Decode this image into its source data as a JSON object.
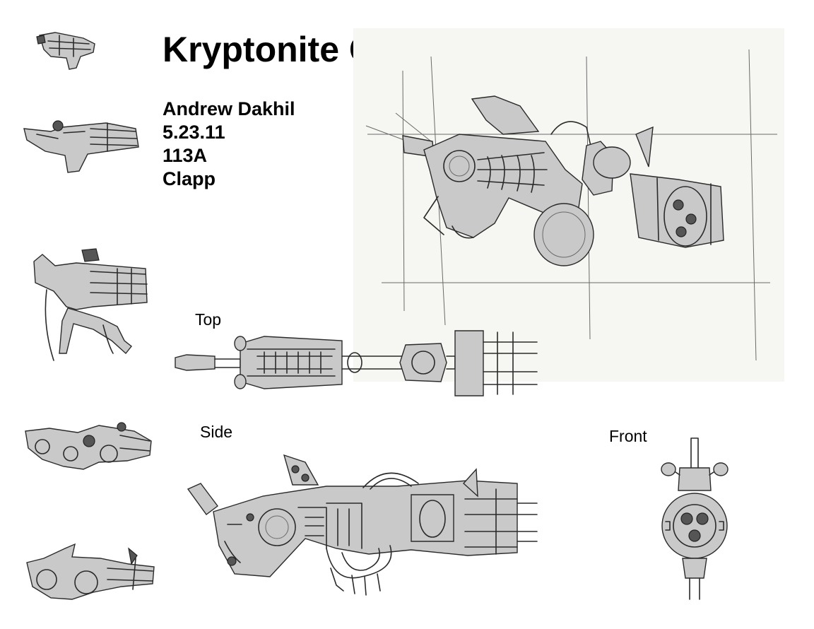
{
  "title": "Kryptonite Gun",
  "author": {
    "name": "Andrew Dakhil",
    "date": "5.23.11",
    "course": "113A",
    "instructor": "Clapp"
  },
  "views": {
    "top": "Top",
    "side": "Side",
    "front": "Front"
  },
  "sketches": [
    "thumbnail-sketch-1",
    "thumbnail-sketch-2",
    "thumbnail-sketch-3",
    "thumbnail-sketch-4",
    "thumbnail-sketch-5",
    "perspective-render",
    "top-view-drawing",
    "side-view-drawing",
    "front-view-drawing"
  ]
}
